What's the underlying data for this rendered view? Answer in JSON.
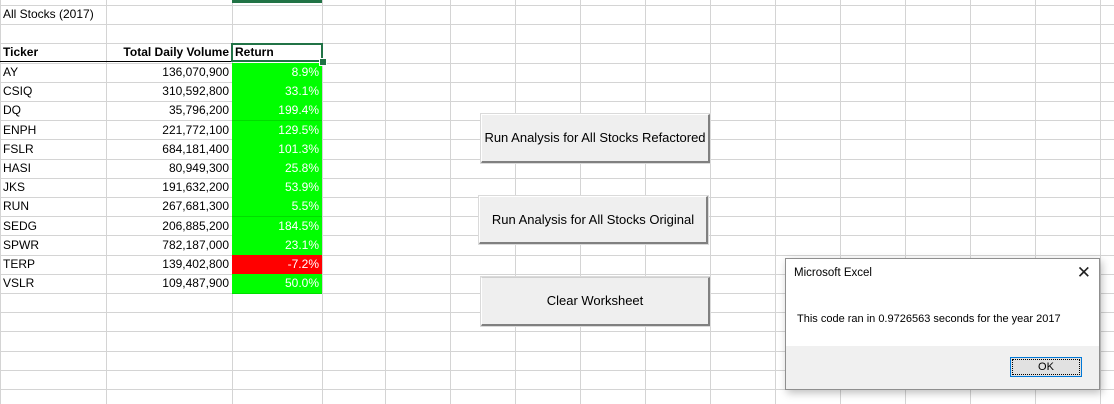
{
  "sheet": {
    "title": "All Stocks (2017)",
    "headers": [
      "Ticker",
      "Total Daily Volume",
      "Return"
    ],
    "rows": [
      {
        "ticker": "AY",
        "volume": "136,070,900",
        "ret": "8.9%",
        "positive": true
      },
      {
        "ticker": "CSIQ",
        "volume": "310,592,800",
        "ret": "33.1%",
        "positive": true
      },
      {
        "ticker": "DQ",
        "volume": "35,796,200",
        "ret": "199.4%",
        "positive": true
      },
      {
        "ticker": "ENPH",
        "volume": "221,772,100",
        "ret": "129.5%",
        "positive": true
      },
      {
        "ticker": "FSLR",
        "volume": "684,181,400",
        "ret": "101.3%",
        "positive": true
      },
      {
        "ticker": "HASI",
        "volume": "80,949,300",
        "ret": "25.8%",
        "positive": true
      },
      {
        "ticker": "JKS",
        "volume": "191,632,200",
        "ret": "53.9%",
        "positive": true
      },
      {
        "ticker": "RUN",
        "volume": "267,681,300",
        "ret": "5.5%",
        "positive": true
      },
      {
        "ticker": "SEDG",
        "volume": "206,885,200",
        "ret": "184.5%",
        "positive": true
      },
      {
        "ticker": "SPWR",
        "volume": "782,187,000",
        "ret": "23.1%",
        "positive": true
      },
      {
        "ticker": "TERP",
        "volume": "139,402,800",
        "ret": "-7.2%",
        "positive": false
      },
      {
        "ticker": "VSLR",
        "volume": "109,487,900",
        "ret": "50.0%",
        "positive": true
      }
    ]
  },
  "buttons": {
    "refactored": "Run Analysis for All Stocks Refactored",
    "original": "Run Analysis for All Stocks Original",
    "clear": "Clear Worksheet"
  },
  "dialog": {
    "title": "Microsoft Excel",
    "message": "This code ran in 0.9726563 seconds for the year 2017",
    "ok": "OK",
    "close": "✕"
  },
  "colors": {
    "positive": "#00ff00",
    "negative": "#ff0000",
    "gridline": "#d4d4d4",
    "selection": "#217346"
  }
}
